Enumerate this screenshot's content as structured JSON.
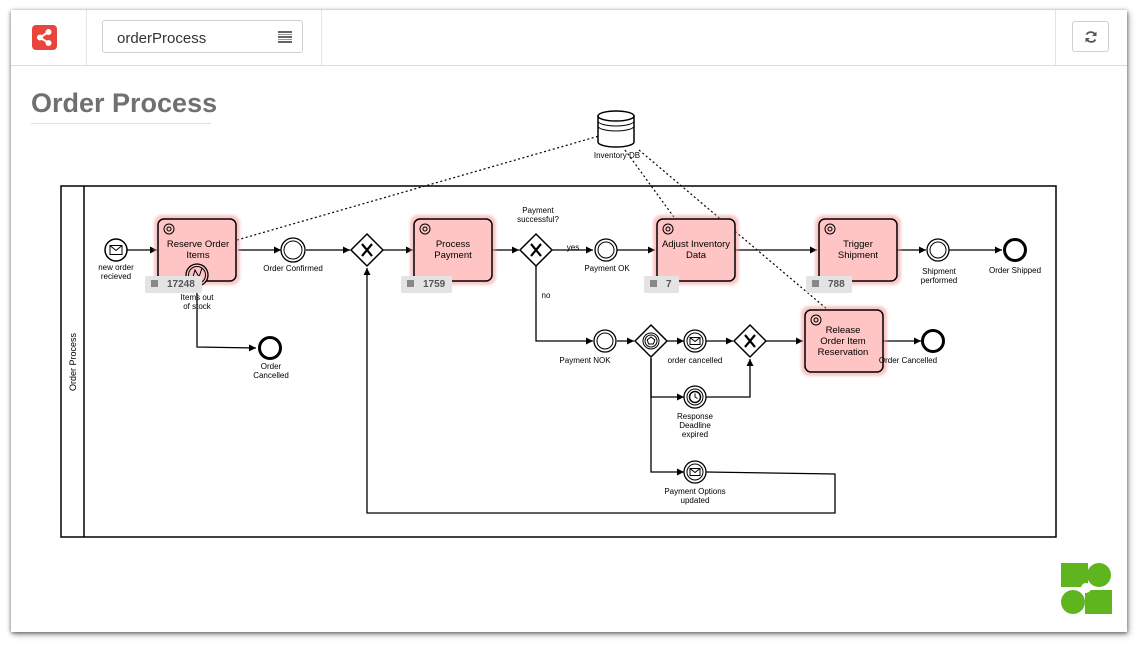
{
  "header": {
    "app_logo_icon": "share-icon",
    "process_select": {
      "value": "orderProcess",
      "icon": "list-icon"
    },
    "refresh_icon": "refresh-icon"
  },
  "page": {
    "title": "Order Process"
  },
  "diagram": {
    "pool_label": "Order Process",
    "datastore_label": "Inventory DB",
    "tasks": {
      "reserve": "Reserve Order Items",
      "payment": "Process Payment",
      "inventory": "Adjust Inventory Data",
      "shipment": "Trigger Shipment",
      "release": "Release Order Item Reservation"
    },
    "events": {
      "start": "new order recieved",
      "order_confirmed": "Order Confirmed",
      "items_out_of_stock": "Items out of stock",
      "order_cancelled_1": "Order Cancelled",
      "payment_ok": "Payment OK",
      "shipment_performed": "Shipment performed",
      "order_shipped": "Order Shipped",
      "payment_nok": "Payment NOK",
      "order_cancelled_msg": "order cancelled",
      "response_deadline": "Response Deadline expired",
      "payment_options": "Payment Options updated",
      "order_cancelled_2": "Order Cancelled"
    },
    "gateway": {
      "question": "Payment successful?",
      "yes": "yes",
      "no": "no"
    },
    "counts": {
      "reserve": "17248",
      "payment": "1759",
      "inventory": "7",
      "shipment": "788"
    }
  },
  "colors": {
    "accent": "#e8453c",
    "task_fill": "#ffc4c4",
    "task_glow": "#f59a9a",
    "logo_green": "#5fb51e"
  }
}
